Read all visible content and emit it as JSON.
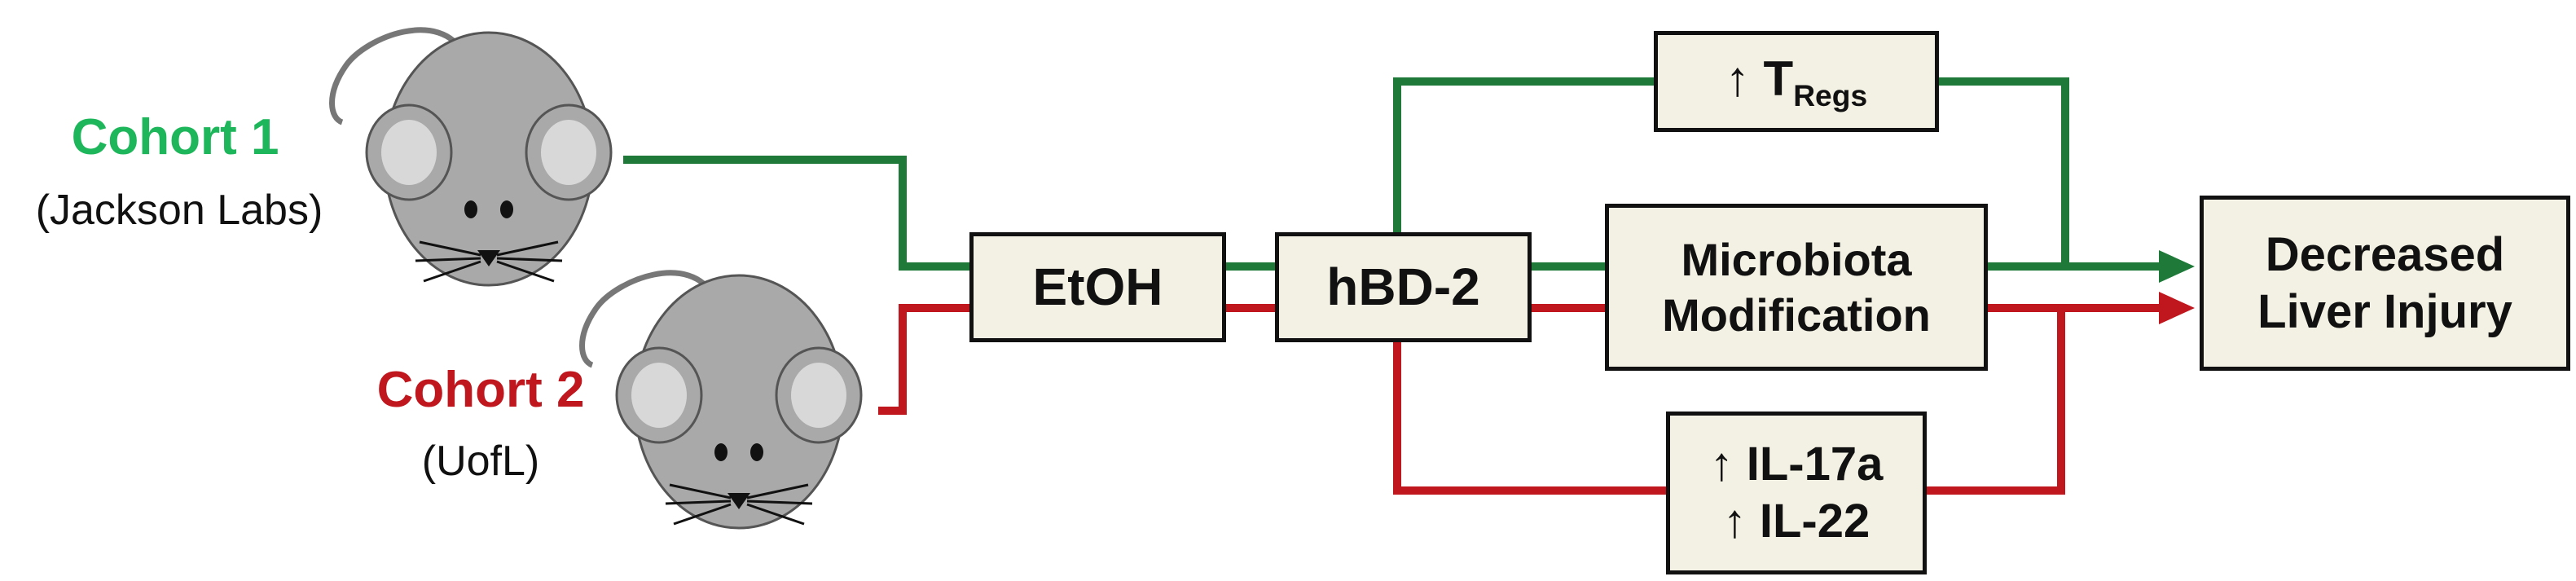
{
  "colors": {
    "green": "#1f7a3a",
    "green_text": "#1db65a",
    "red": "#c0161d",
    "box_fill": "#f3f1e3",
    "box_border": "#111111",
    "mouse_body": "#a9a9a9",
    "mouse_ear_inner": "#d8d8d8"
  },
  "cohorts": [
    {
      "title": "Cohort 1",
      "subtitle": "(Jackson Labs)",
      "icon": "mouse-icon"
    },
    {
      "title": "Cohort 2",
      "subtitle": "(UofL)",
      "icon": "mouse-icon"
    }
  ],
  "nodes": {
    "etoh": {
      "label": "EtOH"
    },
    "hbd2": {
      "label": "hBD-2"
    },
    "tregs": {
      "arrow": "↑",
      "main": "T",
      "subscript": "Regs"
    },
    "microbiota": {
      "line1": "Microbiota",
      "line2": "Modification"
    },
    "il": {
      "line1": "↑ IL-17a",
      "line2": "↑ IL-22"
    },
    "outcome": {
      "line1": "Decreased",
      "line2": "Liver Injury"
    }
  }
}
